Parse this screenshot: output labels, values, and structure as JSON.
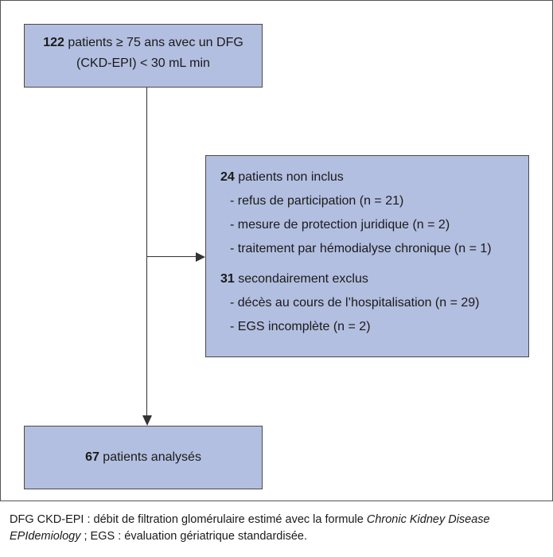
{
  "top_box": {
    "count": "122",
    "line1": " patients ≥ 75 ans avec un DFG",
    "line2": "(CKD-EPI) < 30 mL min"
  },
  "right_box": {
    "group1": {
      "count": "24",
      "label": " patients non inclus",
      "items": [
        "- refus de participation (n = 21)",
        "- mesure de protection juridique (n = 2)",
        "- traitement par hémodialyse chronique (n = 1)"
      ]
    },
    "group2": {
      "count": "31",
      "label": " secondairement exclus",
      "items": [
        "- décès au cours de l’hospitalisation (n = 29)",
        "- EGS incomplète (n = 2)"
      ]
    }
  },
  "bottom_box": {
    "count": "67",
    "label": " patients analysés"
  },
  "footnote": {
    "part1": "DFG CKD-EPI : débit de filtration  glomérulaire estimé avec la formule ",
    "italic": "Chronic Kidney Disease EPIdemiology",
    "part2": " ; EGS : évaluation gériatrique standardisée."
  }
}
